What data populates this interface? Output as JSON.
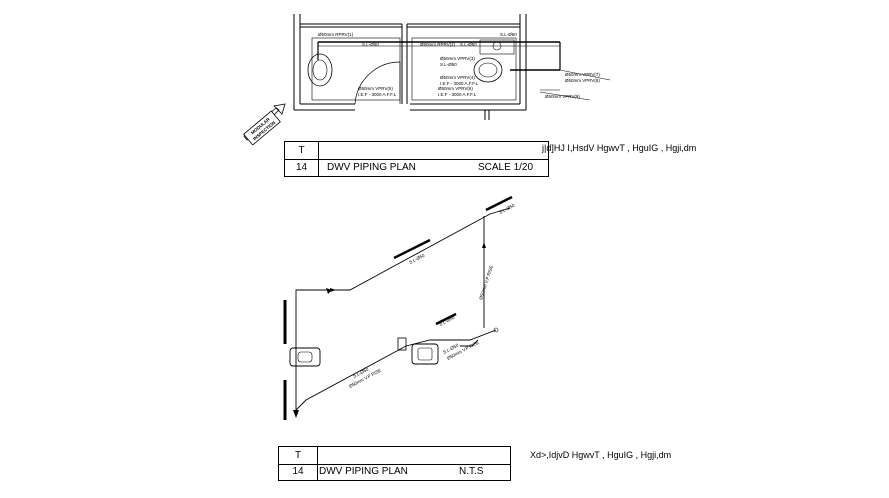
{
  "plan_labels": [
    "Ø50mm RPRV(1)",
    "Ø50mm RPRV(2)",
    "Ø50mm VPRV(3)",
    "Ø50mm VPRV(4)",
    "Ø50mm VPRV(5)",
    "Ø50mm VPRV(6)",
    "Ø50mm VPRV(7)",
    "Ø50mm VPRV(8)",
    "Ø50mm VPRV(9)",
    "S.L-Ø50",
    "S.L-Ø50",
    "S.L-Ø50",
    "S.L-Ø50",
    "I.E.F - 3000 A.F.F.L",
    "I.E.F - 3000 A.F.F.L",
    "I.E.F - 3000 A.F.F.L"
  ],
  "stamp": {
    "line1": "MODULAR",
    "line2": "INSPECTION"
  },
  "titleblock1": {
    "row1_left": "T",
    "row1_side": "j|d]HJ I,HsdV HgwvT , HguIG , Hgji,dm",
    "row2_left": "14",
    "title": "DWV PIPING PLAN",
    "scale": "SCALE 1/20"
  },
  "iso_labels": [
    "S.L-Ø50",
    "S.L-Ø50",
    "Ø50mm V.P RISE",
    "S.L-Ø50",
    "S.L-Ø50",
    "Ø50mm V.P RISE",
    "S.L-Ø50",
    "Ø50mm V.P RISE"
  ],
  "titleblock2": {
    "row1_left": "T",
    "row1_side": "Xd>,IdjvD HgwvT , HguIG , Hgji,dm",
    "row2_left": "14",
    "title": "DWV PIPING PLAN",
    "scale": "N.T.S"
  }
}
